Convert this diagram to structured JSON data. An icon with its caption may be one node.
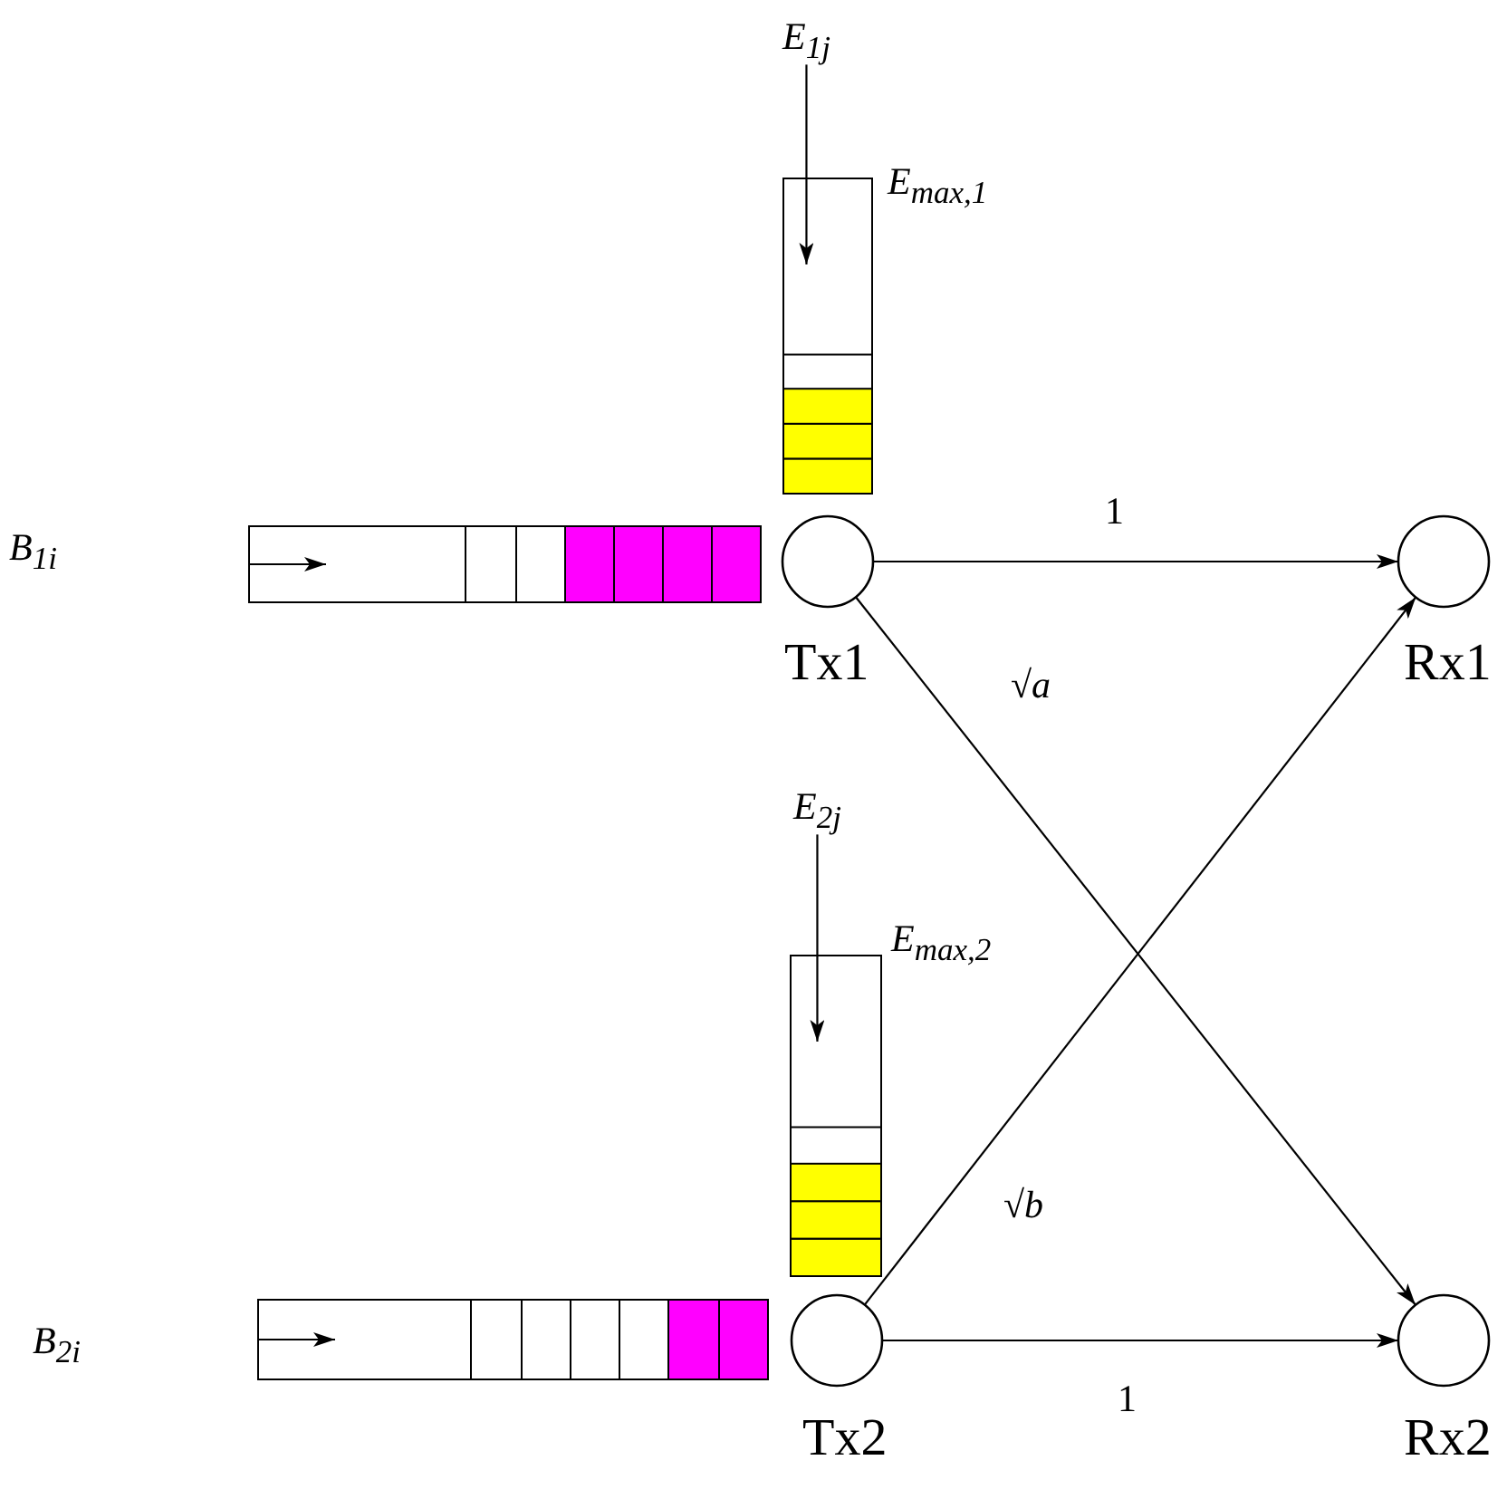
{
  "diagram": {
    "nodes": [
      {
        "text": [
          "E$_{1j}$"
        ]
      },
      {
        "text": [],
        "shape": "bar",
        "beside": [
          "E$_{max,1}$"
        ]
      },
      {
        "text": [],
        "shape": "box"
      },
      {
        "text": [
          "Tx1"
        ]
      },
      {
        "text": [
          "Rx1"
        ]
      },
      {
        "text": [
          "E$_{2j}$"
        ]
      },
      {
        "text": [],
        "shape": "bar",
        "beside": [
          "E$_{max,2}$"
        ]
      },
      {
        "text": [],
        "shape": "box"
      },
      {
        "text": [
          "Tx2"
        ]
      },
      {
        "text": [
          "Rx2"
        ]
      }
    ],
    "edges": [
      {
        "from": 0,
        "to": 1,
        "arrow": "to"
      },
      {
        "from": 5,
        "to": 6,
        "arrow": "to"
      },
      {
        "from": 3,
        "to": 4,
        "arrow": "to",
        "label": "1"
      },
      {
        "from": 3,
        "to": 9,
        "arrow": "to",
        "label": "√*a*"
      },
      {
        "from": 8,
        "to": 4,
        "arrow": "to",
        "label": "√*b*"
      },
      {
        "from": 8,
        "to": 9,
        "arrow": "to",
        "label": "1"
      }
    ],
    "labels": [
      "B$_{1i}$",
      "B$_{2i}$"
    ]
  }
}
